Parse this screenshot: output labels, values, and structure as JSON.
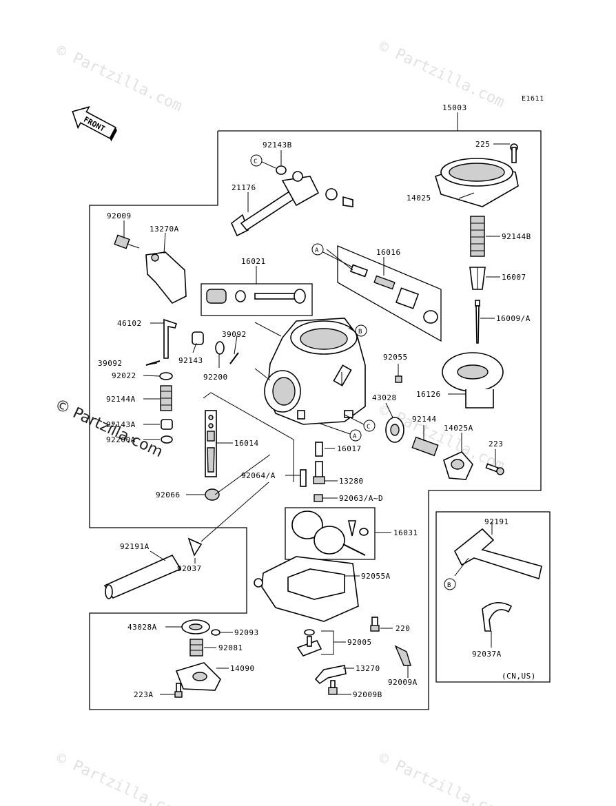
{
  "diagram_code": "E1611",
  "front_label": "FRONT",
  "watermark": "© Partzilla.com",
  "region_note": "(CN,US)",
  "callouts": {
    "A": "A",
    "B": "B",
    "C": "C"
  },
  "part_numbers": {
    "p15003": "15003",
    "p225": "225",
    "p14025": "14025",
    "p92144B": "92144B",
    "p16007": "16007",
    "p16009A": "16009/A",
    "p16126": "16126",
    "p92143B": "92143B",
    "p21176": "21176",
    "p92009": "92009",
    "p13270A": "13270A",
    "p16021": "16021",
    "p16016": "16016",
    "p46102": "46102",
    "p39092a": "39092",
    "p39092b": "39092",
    "p92143": "92143",
    "p92200": "92200",
    "p92022": "92022",
    "p92144A": "92144A",
    "p92143A": "92143A",
    "p92200A": "92200A",
    "p16014": "16014",
    "p92055": "92055",
    "p43028": "43028",
    "p92144": "92144",
    "p14025A": "14025A",
    "p223": "223",
    "p16017": "16017",
    "p92064A": "92064/A",
    "p13280": "13280",
    "p92066": "92066",
    "p92063": "92063/A~D",
    "p16031": "16031",
    "p92191A": "92191A",
    "p92037": "92037",
    "p92055A": "92055A",
    "p92191": "92191",
    "p92037A": "92037A",
    "p43028A": "43028A",
    "p92093": "92093",
    "p92081": "92081",
    "p14090": "14090",
    "p223A": "223A",
    "p220": "220",
    "p92005": "92005",
    "p13270": "13270",
    "p92009A": "92009A",
    "p92009B": "92009B"
  }
}
